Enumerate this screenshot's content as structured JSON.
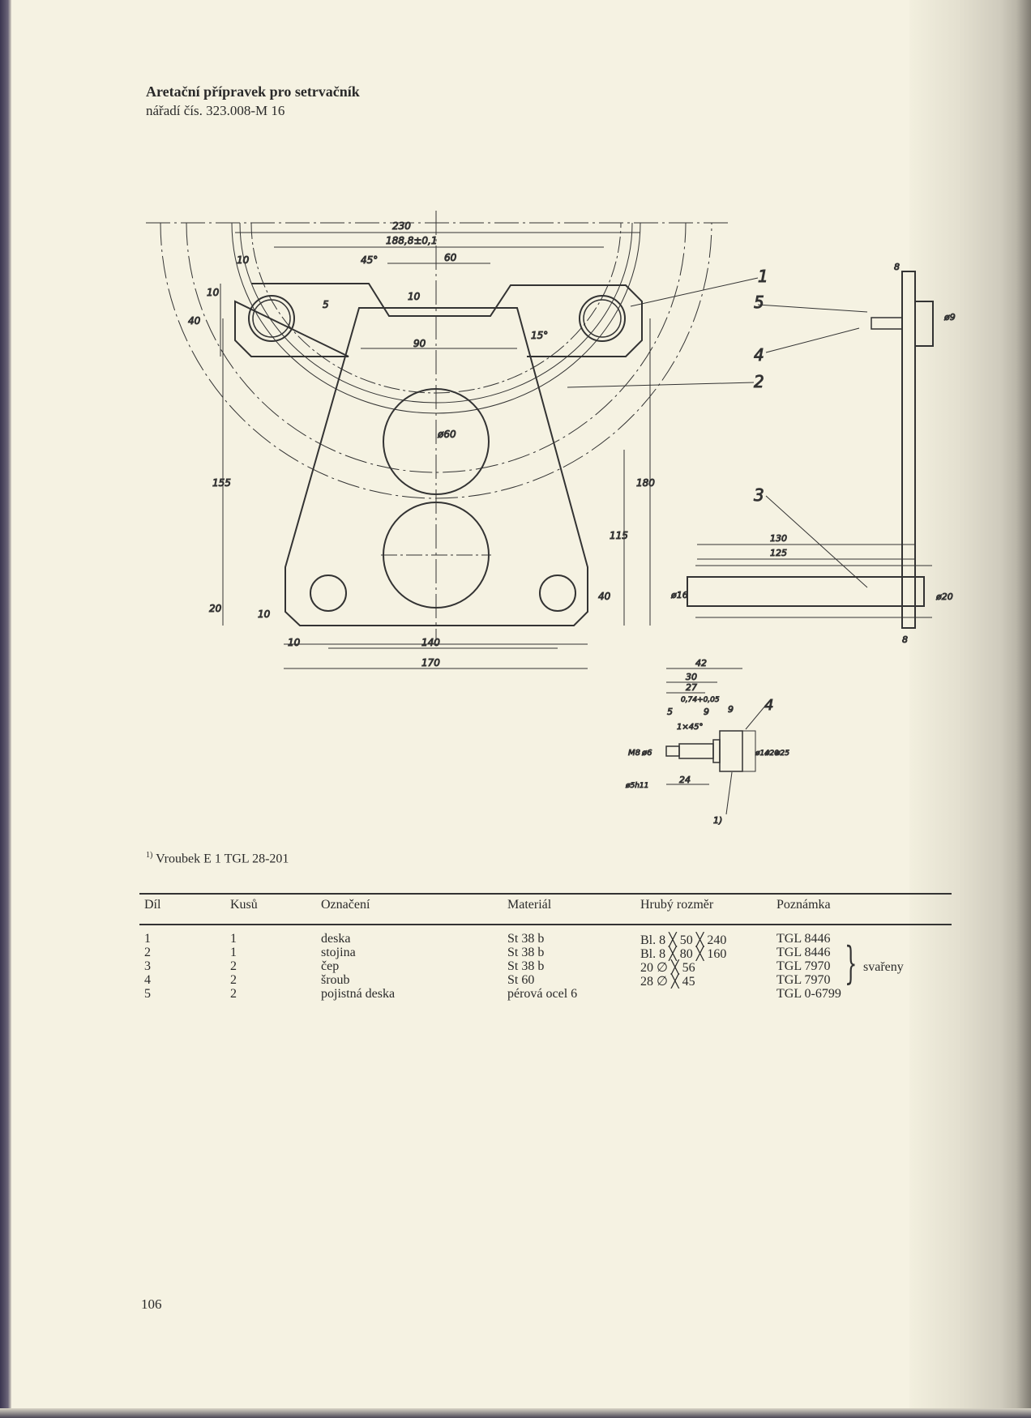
{
  "header": {
    "title": "Aretační přípravek pro setrvačník",
    "subtitle": "nářadí čís. 323.008-M 16"
  },
  "drawing": {
    "dimensions": [
      "230",
      "188,8±0,1",
      "45°",
      "60",
      "10",
      "10",
      "40",
      "5",
      "10",
      "90",
      "15°",
      "ø60",
      "155",
      "180",
      "115",
      "20",
      "10",
      "40",
      "10",
      "140",
      "170"
    ],
    "side_dimensions": [
      "8",
      "ø9",
      "130",
      "125",
      "ø16",
      "ø20",
      "8"
    ],
    "callouts": [
      "1",
      "5",
      "4",
      "2",
      "3"
    ],
    "detail_dimensions": [
      "42",
      "30",
      "27",
      "0,74+0,05",
      "5",
      "9",
      "1×45°",
      "9",
      "M8",
      "ø6",
      "ø5h11",
      "24",
      "ø14",
      "ø20",
      "ø25"
    ],
    "detail_callouts": [
      "4",
      "1)"
    ]
  },
  "footnote": {
    "marker": "1)",
    "text": "Vroubek E 1 TGL 28-201"
  },
  "table": {
    "headers": [
      "Díl",
      "Kusů",
      "Označení",
      "Materiál",
      "Hrubý rozměr",
      "Poznámka"
    ],
    "rows": [
      [
        "1",
        "1",
        "deska",
        "St 38 b",
        "Bl. 8 ╳ 50 ╳ 240",
        "TGL 8446"
      ],
      [
        "2",
        "1",
        "stojina",
        "St 38 b",
        "Bl. 8 ╳ 80 ╳ 160",
        "TGL 8446"
      ],
      [
        "3",
        "2",
        "čep",
        "St 38 b",
        "20 ∅ ╳ 56",
        "TGL 7970"
      ],
      [
        "4",
        "2",
        "šroub",
        "St 60",
        "28 ∅ ╳ 45",
        "TGL 7970"
      ],
      [
        "5",
        "2",
        "pojistná deska",
        "pérová ocel 6",
        "",
        "TGL 0-6799"
      ]
    ],
    "group_note": "svařeny"
  },
  "page_number": "106"
}
